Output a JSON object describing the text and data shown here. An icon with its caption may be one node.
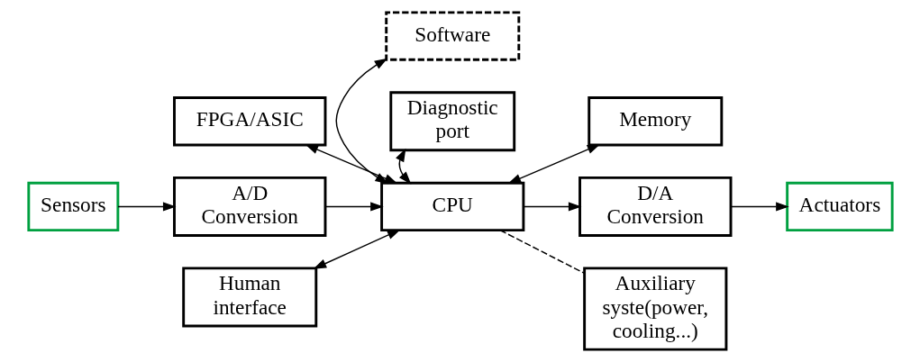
{
  "diagram": {
    "nodes": [
      {
        "text": [
          "Software"
        ]
      },
      {
        "text": [
          "FPGA/ASIC"
        ]
      },
      {
        "text": [
          "Memory"
        ]
      },
      {
        "text": [
          "Sensors"
        ]
      },
      {
        "text": [
          "A/D Conversion"
        ]
      },
      {
        "text": [
          "CPU"
        ]
      },
      {
        "text": [
          "D/A Conversion"
        ]
      },
      {
        "text": [
          "Actuators"
        ]
      },
      {
        "text": [
          "Human interface"
        ]
      },
      {
        "text": [
          "Auxiliary syste(power, cooling...)"
        ]
      },
      {
        "text": [
          "Diagnostic port"
        ]
      }
    ],
    "edges": [
      {
        "from": 3,
        "to": 4,
        "arrow": "to"
      },
      {
        "from": 4,
        "to": 5,
        "arrow": "to"
      },
      {
        "from": 5,
        "to": 6,
        "arrow": "to"
      },
      {
        "from": 6,
        "to": 7,
        "arrow": "to"
      },
      {
        "from": 0,
        "to": 5,
        "arrow": "both"
      },
      {
        "from": 1,
        "to": 5,
        "arrow": "both"
      },
      {
        "from": 2,
        "to": 5,
        "arrow": "both"
      },
      {
        "from": 8,
        "to": 5,
        "arrow": "both"
      },
      {
        "from": 10,
        "to": 5,
        "arrow": "both"
      },
      {
        "from": 5,
        "to": 9,
        "arrow": "none",
        "style": "dashed"
      }
    ]
  }
}
